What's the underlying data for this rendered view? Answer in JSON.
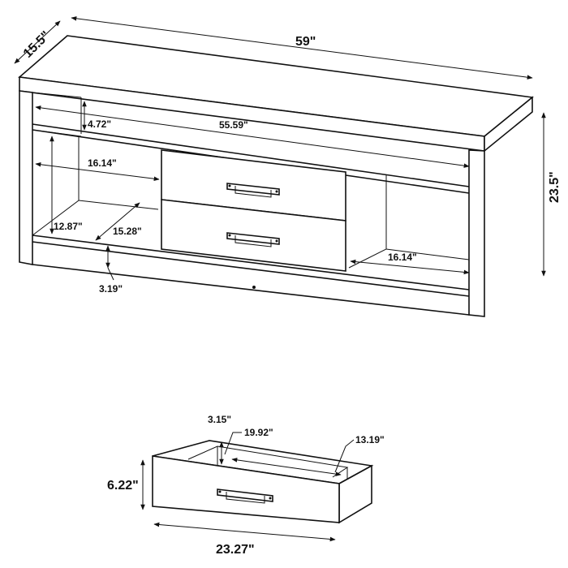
{
  "cabinet": {
    "depth": "15.5\"",
    "width": "59\"",
    "height": "23.5\"",
    "top_shelf_height": "4.72\"",
    "inner_width": "55.59\"",
    "left_cubby_width": "16.14\"",
    "cubby_height": "12.87\"",
    "cubby_depth": "15.28\"",
    "base_height": "3.19\"",
    "right_cubby_width": "16.14\""
  },
  "drawer": {
    "side_height": "3.15\"",
    "inner_width": "19.92\"",
    "inner_depth": "13.19\"",
    "front_height": "6.22\"",
    "front_width": "23.27\""
  }
}
